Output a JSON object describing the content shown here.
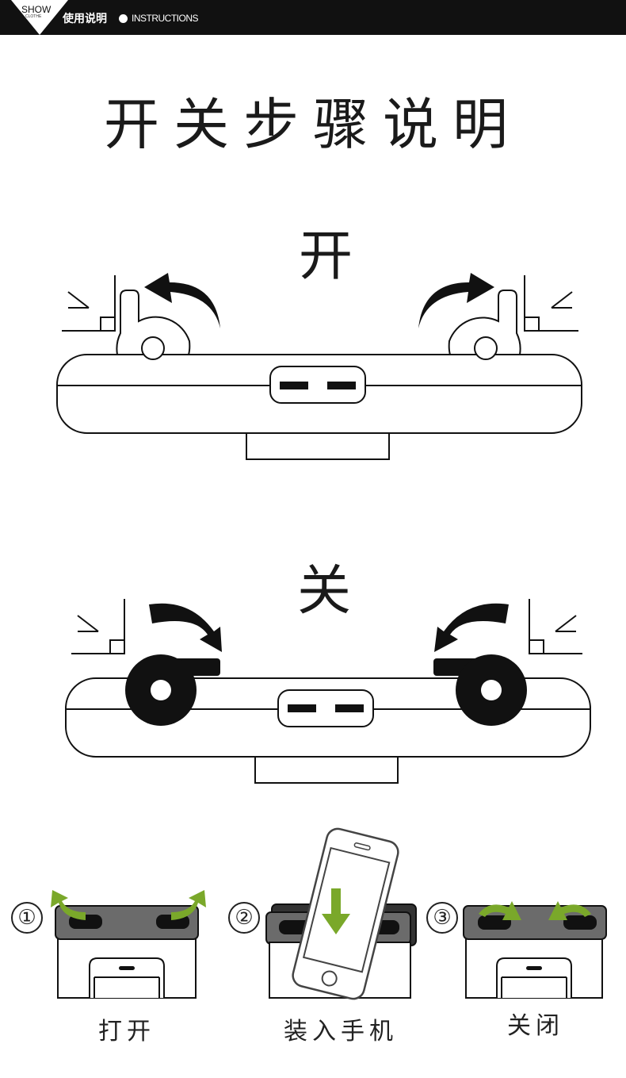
{
  "header": {
    "brand_main": "SHOW",
    "brand_sub": "CLOTHE",
    "title_cn": "使用说明",
    "title_en": "INSTRUCTIONS"
  },
  "page_title": "开关步骤说明",
  "sections": {
    "open_label": "开",
    "close_label": "关"
  },
  "steps": [
    {
      "number": "①",
      "caption": "打开"
    },
    {
      "number": "②",
      "caption": "装入手机"
    },
    {
      "number": "③",
      "caption": "关闭"
    }
  ],
  "colors": {
    "header_bg": "#111111",
    "arrow_green": "#7aa82a",
    "clip_gray": "#6b6b6b",
    "ink": "#111111"
  }
}
